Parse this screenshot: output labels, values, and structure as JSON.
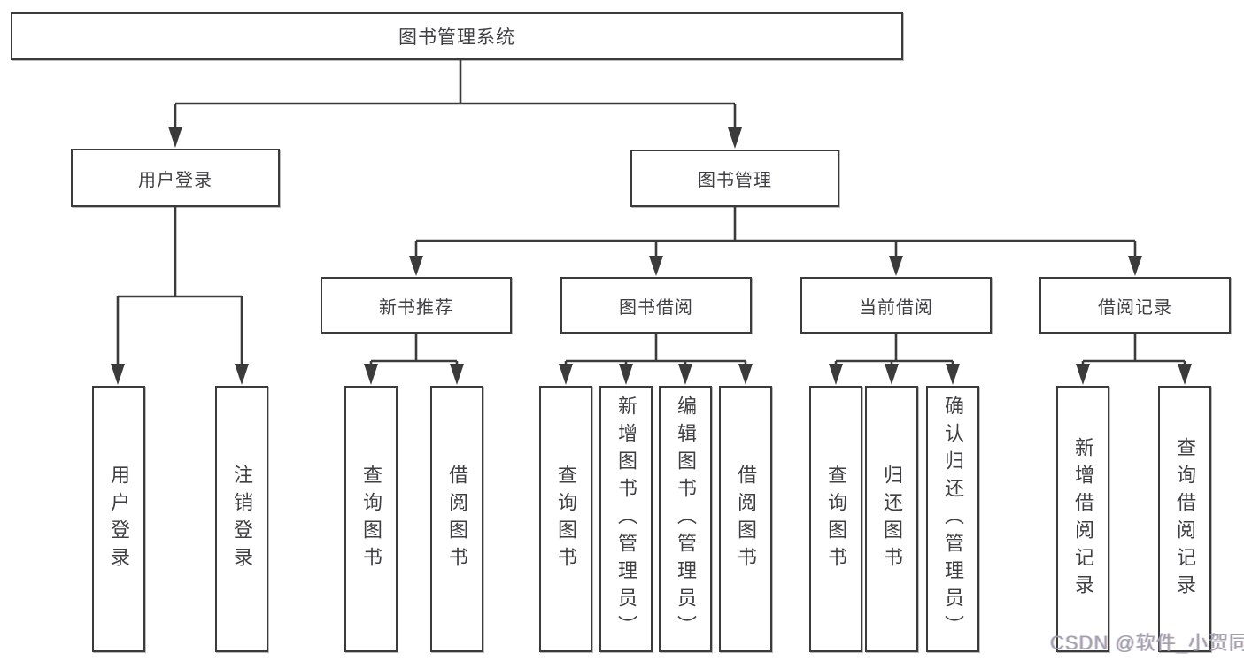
{
  "diagram": {
    "root": "图书管理系统",
    "user_login": {
      "label": "用户登录",
      "children": [
        "用户登录",
        "注销登录"
      ]
    },
    "book_mgmt": {
      "label": "图书管理",
      "sections": [
        {
          "label": "新书推荐",
          "children": [
            "查询图书",
            "借阅图书"
          ]
        },
        {
          "label": "图书借阅",
          "children": [
            "查询图书",
            "新增图书（管理员）",
            "编辑图书（管理员）",
            "借阅图书"
          ]
        },
        {
          "label": "当前借阅",
          "children": [
            "查询图书",
            "归还图书",
            "确认归还（管理员）"
          ]
        },
        {
          "label": "借阅记录",
          "children": [
            "新增借阅记录",
            "查询借阅记录"
          ]
        }
      ]
    }
  },
  "watermark": "CSDN @软件_小贺同学",
  "colors": {
    "line": "#3b3b3b",
    "box_border": "#3b3b3b",
    "text": "#3f3f42",
    "background": "#ffffff",
    "watermark": "#9ea0aa"
  }
}
